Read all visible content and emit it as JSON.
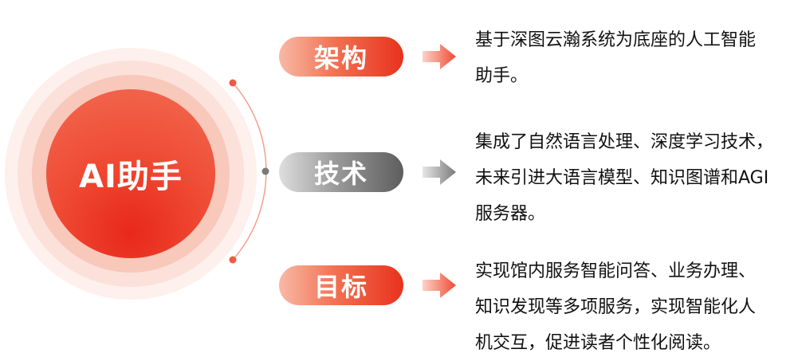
{
  "center": {
    "label": "AI助手"
  },
  "items": [
    {
      "label": "架构",
      "style": "red",
      "lines": [
        "基于深图云瀚系统为底座的人工智能",
        "助手。"
      ]
    },
    {
      "label": "技术",
      "style": "gray",
      "lines": [
        "集成了自然语言处理、深度学习技术，",
        "未来引进大语言模型、知识图谱和AGI",
        "服务器。"
      ]
    },
    {
      "label": "目标",
      "style": "red",
      "lines": [
        "实现馆内服务智能问答、业务办理、",
        "知识发现等多项服务，实现智能化人",
        "机交互，促进读者个性化阅读。"
      ]
    }
  ],
  "colors": {
    "accent": "#ef4a33",
    "gray": "#7a7a7a",
    "text": "#111111"
  }
}
